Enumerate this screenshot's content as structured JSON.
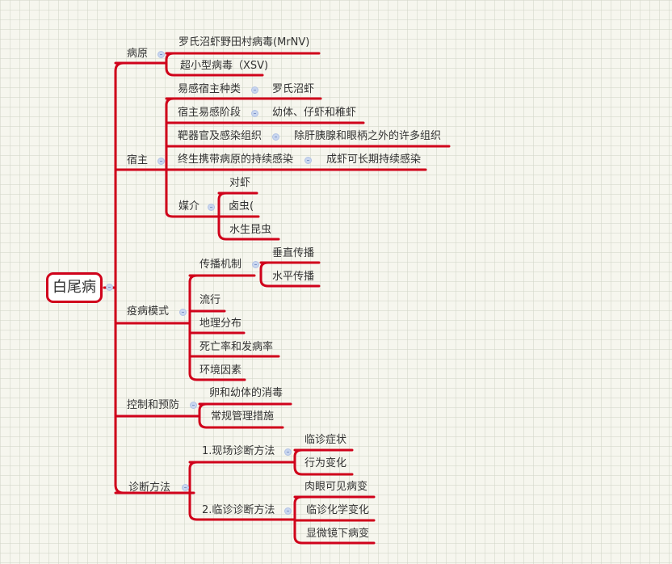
{
  "colors": {
    "branch": "#d0021b",
    "text": "#333333",
    "toggle": "#c9d6ef",
    "background": "#f6f6ee"
  },
  "root": {
    "label": "白尾病"
  },
  "branches": {
    "pathogen": {
      "label": "病原",
      "children": [
        "罗氏沼虾野田村病毒(MrNV)",
        "超小型病毒（XSV)"
      ]
    },
    "host": {
      "label": "宿主",
      "children": [
        {
          "label": "易感宿主种类",
          "value": "罗氏沼虾"
        },
        {
          "label": "宿主易感阶段",
          "value": "幼体、仔虾和稚虾"
        },
        {
          "label": "靶器官及感染组织",
          "value": "除肝胰腺和眼柄之外的许多组织"
        },
        {
          "label": "终生携带病原的持续感染",
          "value": "成虾可长期持续感染"
        },
        {
          "label": "媒介",
          "children": [
            "对虾",
            "卤虫(",
            "水生昆虫"
          ]
        }
      ]
    },
    "epidemiology": {
      "label": "疫病模式",
      "children": [
        {
          "label": "传播机制",
          "children": [
            "垂直传播",
            "水平传播"
          ]
        },
        {
          "label": "流行"
        },
        {
          "label": "地理分布"
        },
        {
          "label": "死亡率和发病率"
        },
        {
          "label": "环境因素"
        }
      ]
    },
    "control": {
      "label": "控制和预防",
      "children": [
        "卵和幼体的消毒",
        "常规管理措施"
      ]
    },
    "diagnosis": {
      "label": "诊断方法",
      "children": [
        {
          "label": "1.现场诊断方法",
          "children": [
            "临诊症状",
            "行为变化"
          ]
        },
        {
          "label": "2.临诊诊断方法",
          "children": [
            "肉眼可见病变",
            "临诊化学变化",
            "显微镜下病变"
          ]
        }
      ]
    }
  }
}
